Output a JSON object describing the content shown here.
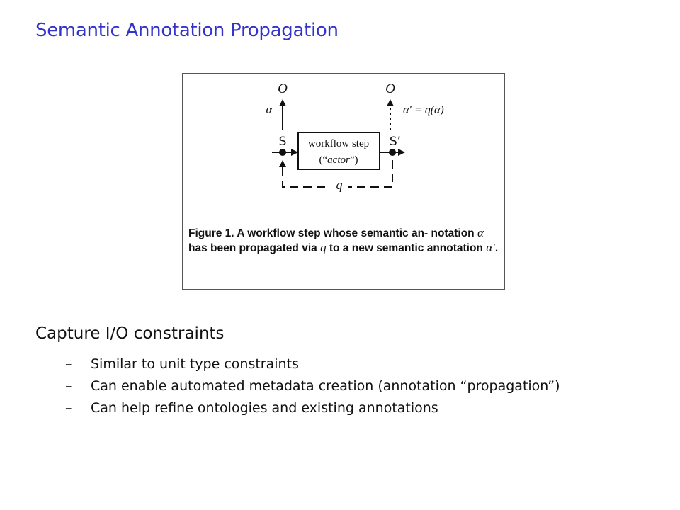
{
  "slide": {
    "title": "Semantic Annotation Propagation"
  },
  "figure": {
    "top_label_left": "O",
    "top_label_right": "O",
    "alpha_left": "α",
    "alpha_right": "α′ = q(α)",
    "port_left": "S",
    "port_right": "S’",
    "step_line1": "workflow step",
    "step_line2_open": "(“",
    "step_line2_word": "actor",
    "step_line2_close": "”)",
    "q_label": "q",
    "caption": {
      "part1": "Figure 1. A workflow step whose semantic an- notation",
      "sym_alpha": "α",
      "part2": "has been propagated via",
      "sym_q": "q",
      "part3": "to a new semantic annotation",
      "sym_alpha_prime": "α′",
      "part4": "."
    }
  },
  "section": {
    "heading": "Capture I/O constraints",
    "bullet_dash": "–",
    "bullets": [
      "Similar to unit type constraints",
      "Can enable automated metadata creation (annotation “propagation”)",
      "Can help refine ontologies and existing annotations"
    ]
  },
  "colors": {
    "title": "#3333cc",
    "text": "#111111"
  }
}
